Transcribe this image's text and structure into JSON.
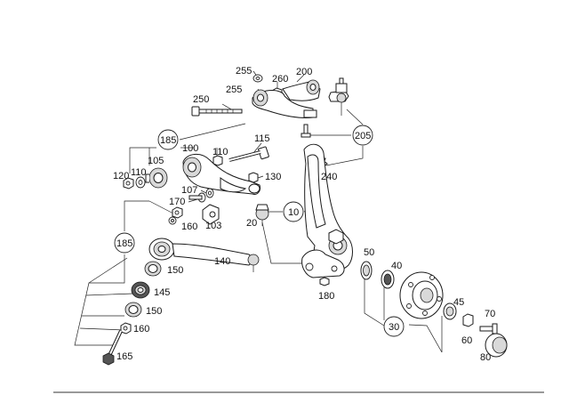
{
  "callouts": {
    "c10": "10",
    "c20": "20",
    "c30": "30",
    "c40": "40",
    "c45": "45",
    "c50": "50",
    "c60": "60",
    "c70": "70",
    "c80": "80",
    "c100": "100",
    "c103": "103",
    "c105": "105",
    "c107": "107",
    "c110a": "110",
    "c110b": "110",
    "c115": "115",
    "c120": "120",
    "c130": "130",
    "c140": "140",
    "c145": "145",
    "c150a": "150",
    "c150b": "150",
    "c160a": "160",
    "c160b": "160",
    "c165": "165",
    "c170": "170",
    "c180": "180",
    "c185a": "185",
    "c185b": "185",
    "c200": "200",
    "c205": "205",
    "c240": "240",
    "c250": "250",
    "c255a": "255",
    "c255b": "255",
    "c260": "260"
  }
}
